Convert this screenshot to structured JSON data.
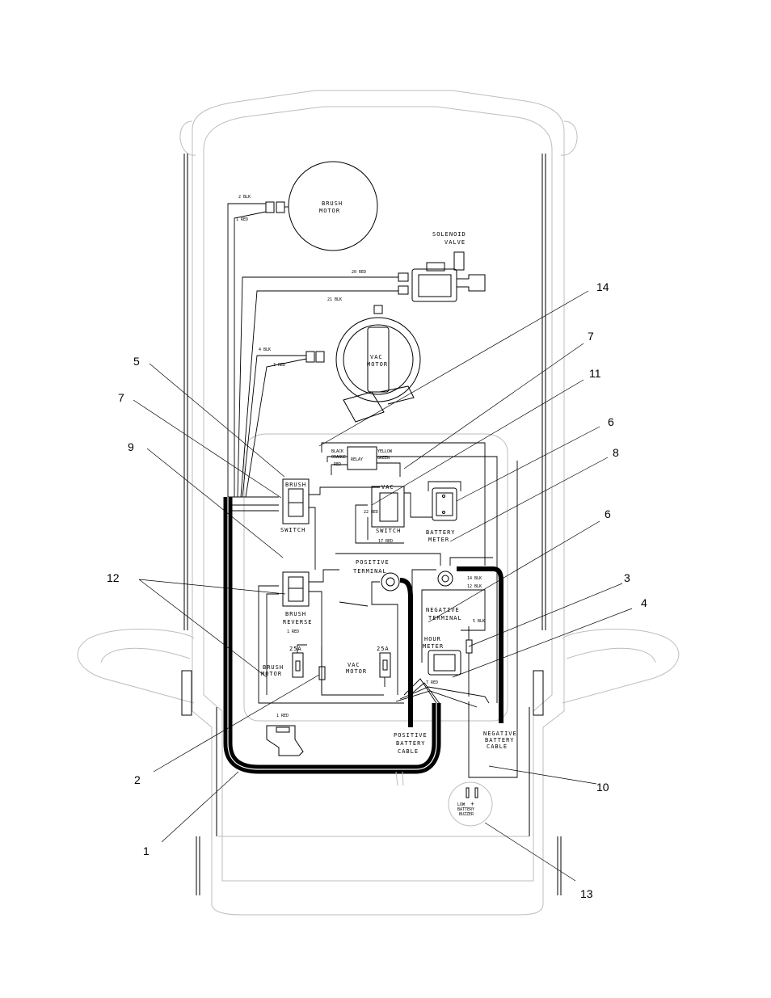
{
  "callouts": {
    "c1": "1",
    "c2": "2",
    "c3": "3",
    "c4": "4",
    "c5": "5",
    "c6a": "6",
    "c6b": "6",
    "c7a": "7",
    "c7b": "7",
    "c8": "8",
    "c9": "9",
    "c10": "10",
    "c11": "11",
    "c12": "12",
    "c13": "13",
    "c14": "14"
  },
  "components": {
    "brush_motor": [
      "BRUSH",
      "MOTOR"
    ],
    "solenoid_valve": [
      "SOLENOID",
      "VALVE"
    ],
    "vac_motor": [
      "VAC",
      "MOTOR"
    ],
    "relay": "RELAY",
    "brush_switch": [
      "BRUSH",
      "SWITCH"
    ],
    "vac_switch": [
      "VAC",
      "SWITCH"
    ],
    "battery_meter": [
      "BATTERY",
      "METER"
    ],
    "positive_terminal": [
      "POSITIVE",
      "TERMINAL"
    ],
    "negative_terminal": [
      "NEGATIVE",
      "TERMINAL"
    ],
    "brush_reverse": [
      "BRUSH",
      "REVERSE"
    ],
    "hour_meter": [
      "HOUR",
      "METER"
    ],
    "brush_motor_fuse": [
      "25A",
      "BRUSH",
      "MOTOR"
    ],
    "vac_motor_fuse": [
      "25A",
      "VAC",
      "MOTOR"
    ],
    "positive_battery_cable": [
      "POSITIVE",
      "BATTERY",
      "CABLE"
    ],
    "negative_battery_cable": [
      "NEGATIVE",
      "BATTERY",
      "CABLE"
    ],
    "low_battery_buzzer": [
      "LOW",
      "BATTERY",
      "BUZZER"
    ],
    "buzzer_signs": "-   +"
  },
  "wire_labels": {
    "w1": "2 BLK",
    "w2": "1 RED",
    "w3": "20 RED",
    "w4": "21 BLK",
    "w5": "4 BLK",
    "w6": "3 RED",
    "w7": "BLACK",
    "w8": "ORANGE",
    "w9": "RED",
    "w10": "YELLOW",
    "w11": "GREEN",
    "w12": "17 RED",
    "w13": "14 BLK",
    "w14": "12 BLK",
    "w15": "7 RED",
    "w16": "22 RED",
    "w17": "1 RED",
    "w18": "5 BLK"
  }
}
